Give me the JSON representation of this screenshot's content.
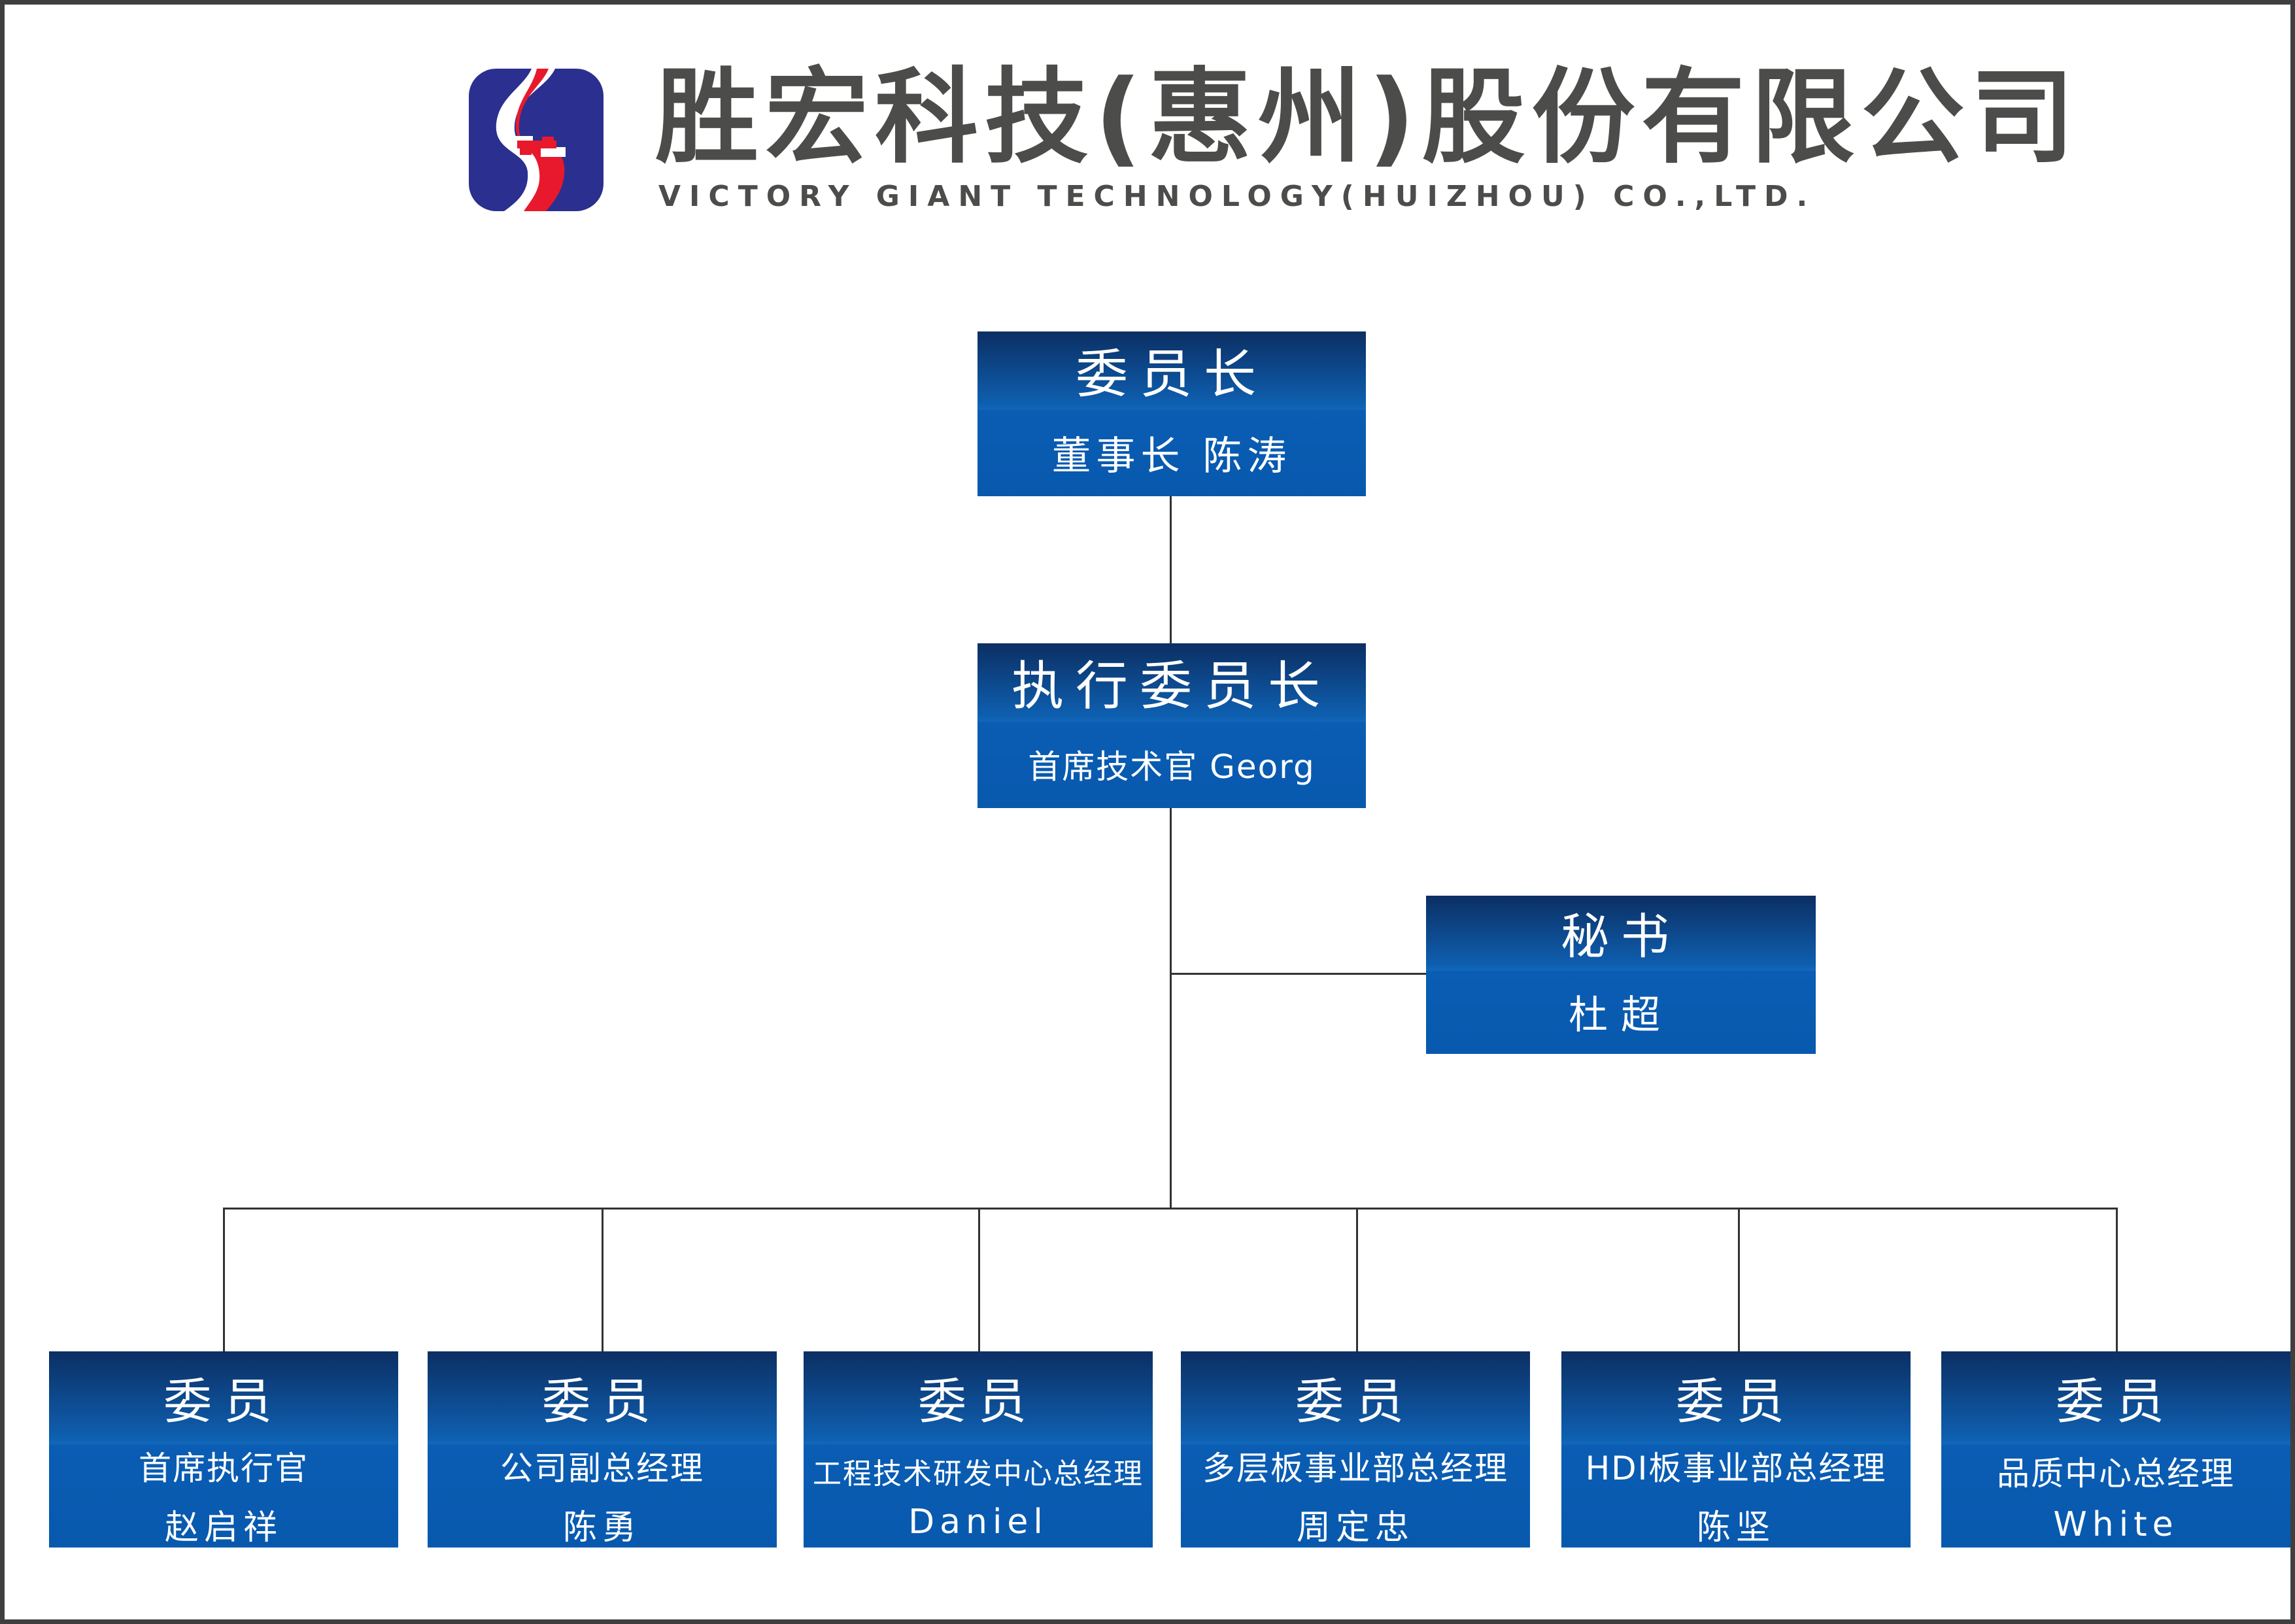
{
  "header": {
    "title_cn": "胜宏科技(惠州)股份有限公司",
    "title_en": "VICTORY GIANT TECHNOLOGY(HUIZHOU) CO.,LTD.",
    "logo_colors": {
      "blue": "#2b2f8f",
      "red": "#e8192c",
      "white": "#ffffff"
    }
  },
  "colors": {
    "box_gradient_top": "#0c2f63",
    "box_gradient_light": "#1167b8",
    "box_bottom": "#0859ae",
    "box_text": "#ffffff",
    "heading_text": "#4c4c4a",
    "connector": "#323232",
    "page_border": "#3f3f3f"
  },
  "org": {
    "chairman": {
      "title": "委员长",
      "subtitle": "董事长 陈涛"
    },
    "exec_chairman": {
      "title": "执行委员长",
      "subtitle": "首席技术官 Georg"
    },
    "secretary": {
      "title": "秘书",
      "subtitle": "杜超"
    },
    "members": [
      {
        "title": "委员",
        "role": "首席执行官",
        "name": "赵启祥"
      },
      {
        "title": "委员",
        "role": "公司副总经理",
        "name": "陈勇"
      },
      {
        "title": "委员",
        "role": "工程技术研发中心总经理",
        "name": "Daniel"
      },
      {
        "title": "委员",
        "role": "多层板事业部总经理",
        "name": "周定忠"
      },
      {
        "title": "委员",
        "role": "HDI板事业部总经理",
        "name": "陈坚"
      },
      {
        "title": "委员",
        "role": "品质中心总经理",
        "name": "White"
      }
    ]
  }
}
